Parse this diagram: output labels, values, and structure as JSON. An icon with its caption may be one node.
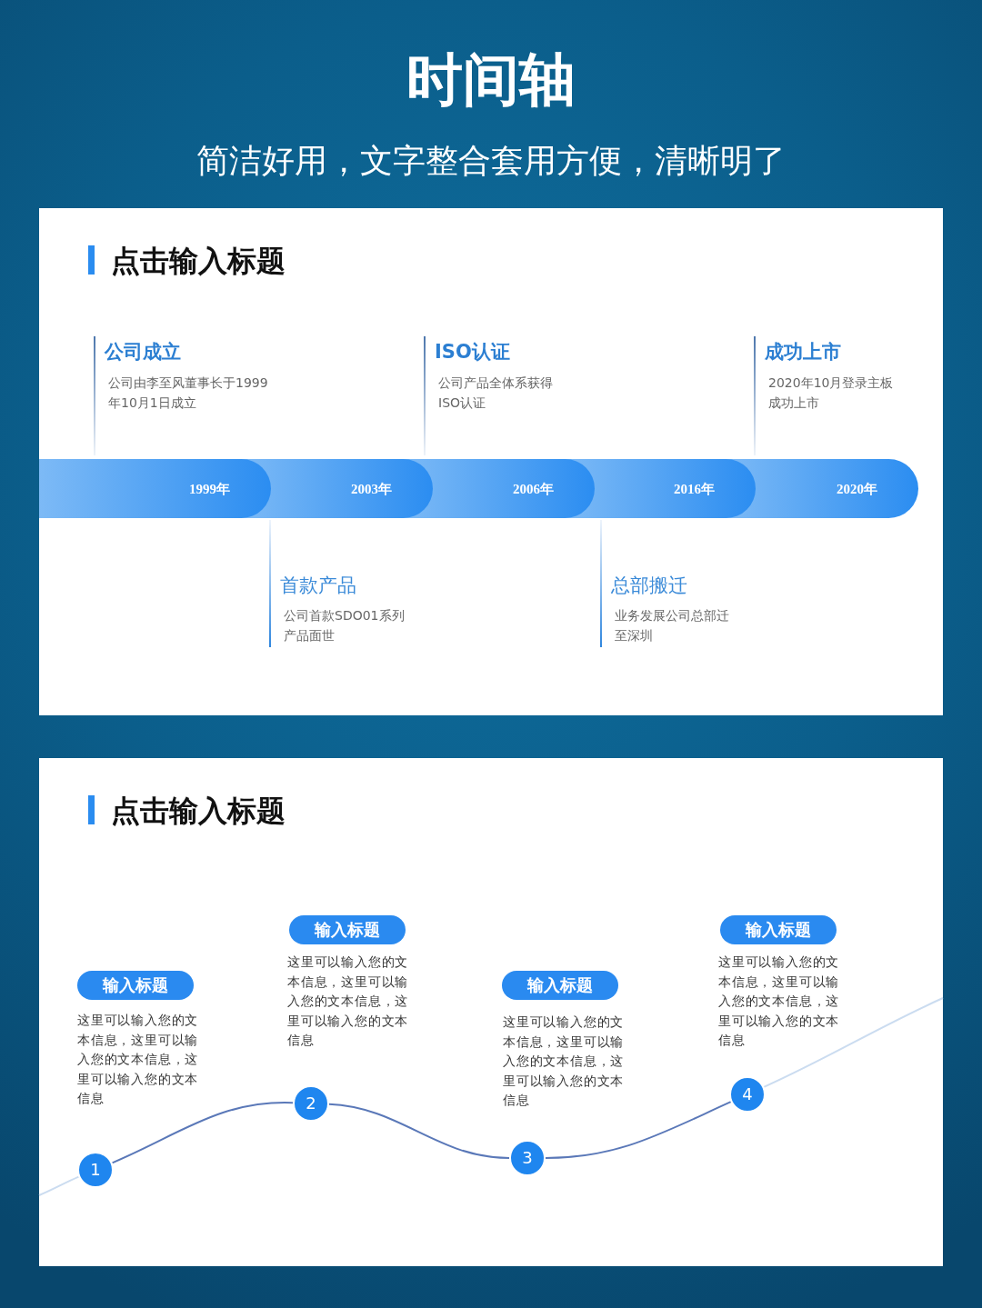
{
  "diagram": {
    "title": "时间轴",
    "nodes": [
      {
        "text": [
          "点击输入标题"
        ]
      },
      {
        "text": [
          "公司成立",
          "公司由李至风董事长于1999年10月1日成立"
        ],
        "in": 0
      },
      {
        "text": [
          "ISO认证",
          "公司产品全体系获得ISO认证"
        ],
        "in": 0
      },
      {
        "text": [
          "成功上市",
          "2020年10月登录主板成功上市"
        ],
        "in": 0
      },
      {
        "text": [
          "1999年"
        ],
        "in": 0
      },
      {
        "text": [
          "2003年"
        ],
        "in": 0
      },
      {
        "text": [
          "2006年"
        ],
        "in": 0
      },
      {
        "text": [
          "2016年"
        ],
        "in": 0
      },
      {
        "text": [
          "2020年"
        ],
        "in": 0
      },
      {
        "text": [
          "首款产品",
          "公司首款SDO01系列产品面世"
        ],
        "in": 0
      },
      {
        "text": [
          "总部搬迁",
          "业务发展公司总部迁至深圳"
        ],
        "in": 0
      },
      {
        "text": [
          "点击输入标题"
        ]
      },
      {
        "text": [
          "输入标题"
        ],
        "beside": [
          "这里可以输入您的文本信息，这里可以输入您的文本信息，这里可以输入您的文本信息"
        ],
        "in": 11
      },
      {
        "text": [
          "输入标题"
        ],
        "beside": [
          "这里可以输入您的文本信息，这里可以输入您的文本信息，这里可以输入您的文本信息"
        ],
        "in": 11
      },
      {
        "text": [
          "输入标题"
        ],
        "beside": [
          "这里可以输入您的文本信息，这里可以输入您的文本信息，这里可以输入您的文本信息"
        ],
        "in": 11
      },
      {
        "text": [
          "输入标题"
        ],
        "beside": [
          "这里可以输入您的文本信息，这里可以输入您的文本信息，这里可以输入您的文本信息"
        ],
        "in": 11
      },
      {
        "text": [
          "1"
        ],
        "in": 11
      },
      {
        "text": [
          "2"
        ],
        "in": 11
      },
      {
        "text": [
          "3"
        ],
        "in": 11
      },
      {
        "text": [
          "4"
        ],
        "in": 11
      }
    ],
    "edges": [
      {
        "from": null,
        "to": 16,
        "arrow": "none",
        "color": "#cbdcf0"
      },
      {
        "from": 16,
        "to": 17,
        "arrow": "none"
      },
      {
        "from": 17,
        "to": 18,
        "arrow": "none"
      },
      {
        "from": 18,
        "to": 19,
        "arrow": "none"
      },
      {
        "from": 19,
        "to": null,
        "arrow": "none",
        "color": "#cbdcf0"
      }
    ],
    "labels": [
      "简洁好用，文字整合套用方便，清晰明了"
    ]
  }
}
